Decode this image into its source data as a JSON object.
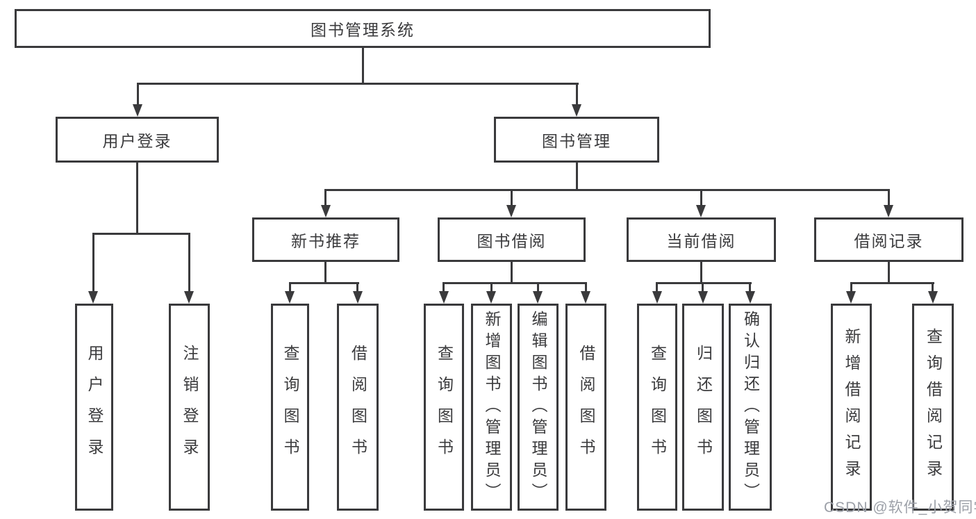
{
  "diagram": {
    "root": {
      "label": "图书管理系统"
    },
    "level2": [
      {
        "label": "用户登录"
      },
      {
        "label": "图书管理"
      }
    ],
    "level3": [
      {
        "label": "新书推荐"
      },
      {
        "label": "图书借阅"
      },
      {
        "label": "当前借阅"
      },
      {
        "label": "借阅记录"
      }
    ],
    "leaves": {
      "user_login": [
        "用户登录",
        "注销登录"
      ],
      "new_book_recommend": [
        "查询图书",
        "借阅图书"
      ],
      "book_borrow": [
        "查询图书",
        "新增图书（管理员）",
        "编辑图书（管理员）",
        "借阅图书"
      ],
      "current_borrow": [
        "查询图书",
        "归还图书",
        "确认归还（管理员）"
      ],
      "borrow_record": [
        "新增借阅记录",
        "查询借阅记录"
      ]
    }
  },
  "watermark": "CSDN @软件_小贺同学",
  "colors": {
    "line": "#3a3a3c",
    "text": "#3b3b3d",
    "watermark": "#9ca0a8",
    "background": "#ffffff"
  }
}
